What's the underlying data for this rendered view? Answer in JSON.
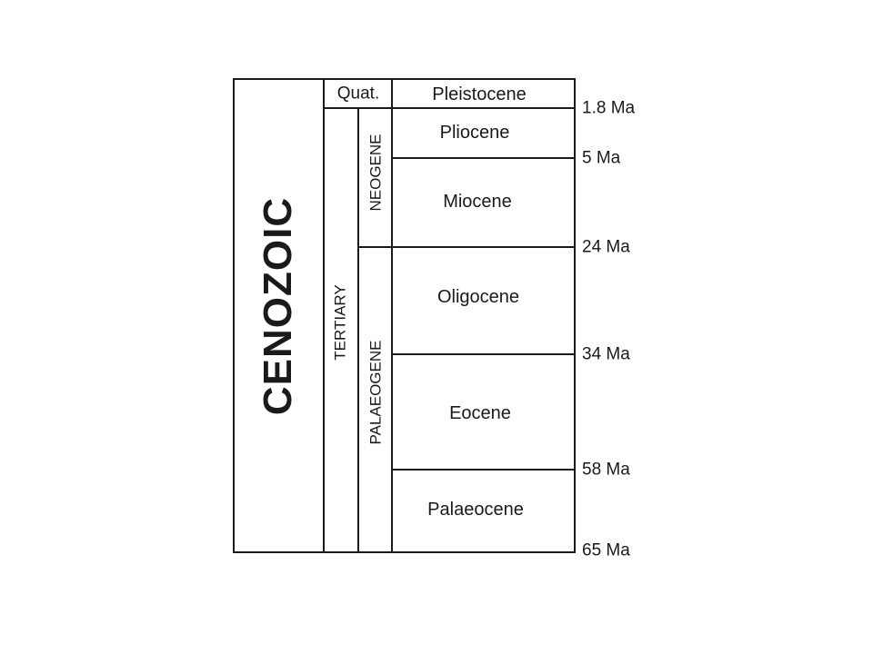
{
  "era": "CENOZOIC",
  "period_quat": "Quat.",
  "period_tertiary": "TERTIARY",
  "subperiods": {
    "neogene": "NEOGENE",
    "palaeogene": "PALAEOGENE"
  },
  "epochs": [
    "Pleistocene",
    "Pliocene",
    "Miocene",
    "Oligocene",
    "Eocene",
    "Palaeocene"
  ],
  "boundaries": [
    "1.8 Ma",
    "5 Ma",
    "24 Ma",
    "34 Ma",
    "58 Ma",
    "65 Ma"
  ]
}
